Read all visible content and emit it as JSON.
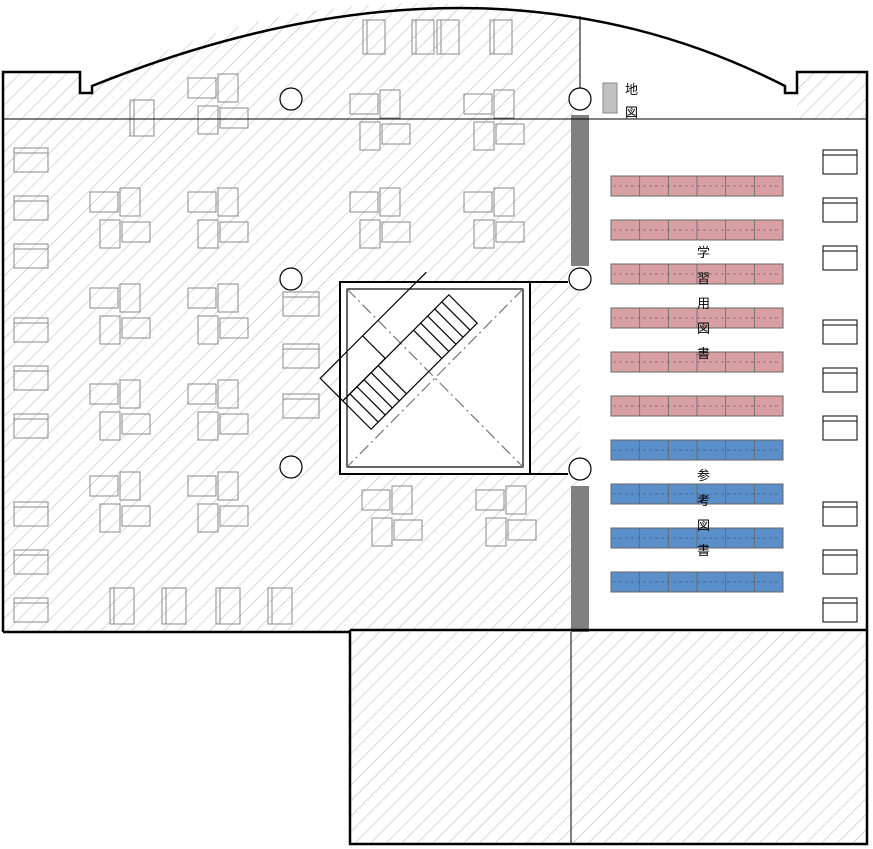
{
  "labels": {
    "map": [
      "地",
      "図"
    ],
    "study_books": [
      "学",
      "習",
      "用",
      "図",
      "書"
    ],
    "reference_books": [
      "参",
      "考",
      "図",
      "書"
    ]
  },
  "colors": {
    "study_books": "#d8a0a4",
    "reference_books": "#5b8fc9",
    "wall": "#000000",
    "partition": "#808080",
    "map_sign": "#c0c0c0",
    "hatch": "#b5b5b5",
    "furniture": "#8a8a8a"
  },
  "shelves": {
    "study_rows": 6,
    "reference_rows": 4,
    "units_per_row": 6
  }
}
